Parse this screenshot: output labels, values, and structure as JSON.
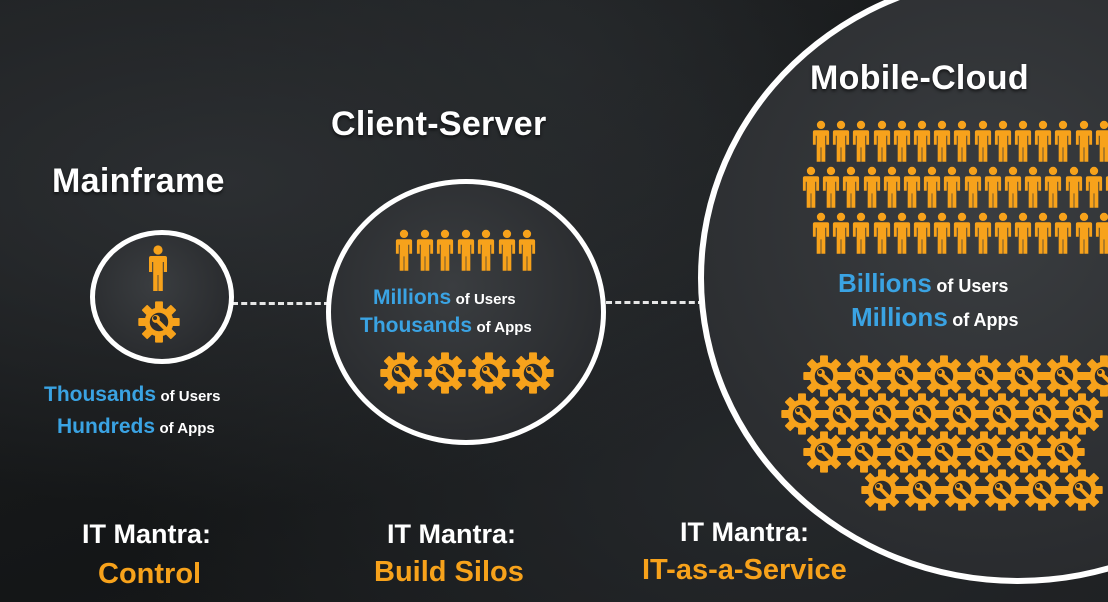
{
  "columns": {
    "mainframe": {
      "title": "Mainframe",
      "users_value": "Thousands",
      "users_suffix": "of Users",
      "apps_value": "Hundreds",
      "apps_suffix": "of Apps",
      "mantra_label": "IT Mantra:",
      "mantra_value": "Control"
    },
    "client_server": {
      "title": "Client-Server",
      "users_value": "Millions",
      "users_suffix": "of Users",
      "apps_value": "Thousands",
      "apps_suffix": "of Apps",
      "mantra_label": "IT Mantra:",
      "mantra_value": "Build Silos"
    },
    "mobile_cloud": {
      "title": "Mobile-Cloud",
      "users_value": "Billions",
      "users_suffix": "of Users",
      "apps_value": "Millions",
      "apps_suffix": "of Apps",
      "mantra_label": "IT Mantra:",
      "mantra_value": "IT-as-a-Service"
    }
  },
  "icons": {
    "person": "person-icon",
    "gear": "gear-wrench-icon"
  },
  "colors": {
    "accent_orange": "#f7a21b",
    "accent_blue": "#3aa3e3",
    "text_white": "#ffffff",
    "circle_border": "#ffffff"
  }
}
